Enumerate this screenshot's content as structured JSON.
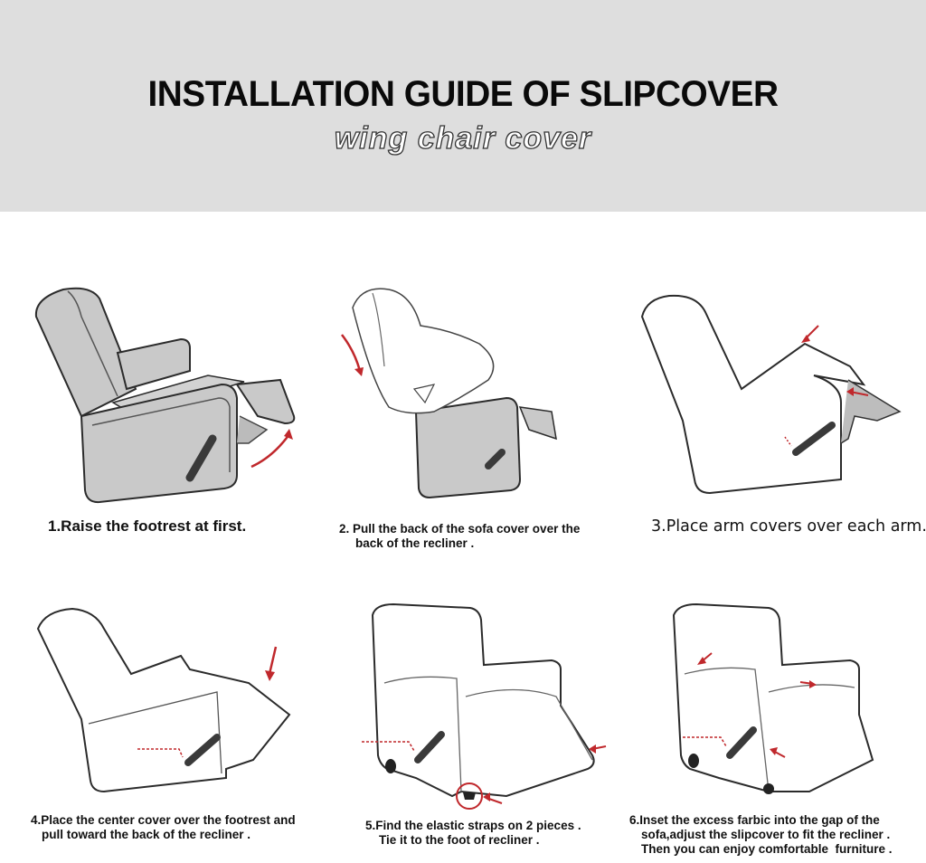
{
  "header": {
    "title": "INSTALLATION GUIDE OF SLIPCOVER",
    "subtitle": "wing chair cover",
    "background": "#dedede"
  },
  "colors": {
    "arrow": "#c0282c",
    "chair_fill": "#c9c9c9",
    "chair_stroke": "#2b2b2b",
    "lever": "#3a3a3a"
  },
  "steps": [
    {
      "number": 1,
      "caption": "1.Raise the footrest at first.",
      "arrow-icon": "curved-up-arrow"
    },
    {
      "number": 2,
      "caption_line1": "2. Pull the back of the sofa cover over the",
      "caption_line2": "back of the recliner .",
      "arrow-icon": "curved-down-arrow"
    },
    {
      "number": 3,
      "caption": "3.Place arm covers over each arm.",
      "arrow-icon": "pointer-arrows"
    },
    {
      "number": 4,
      "caption_line1": "4.Place the center cover over the footrest and",
      "caption_line2": "pull toward the back of the recliner .",
      "arrow-icon": "down-arrow"
    },
    {
      "number": 5,
      "caption_line1": "5.Find the elastic straps on 2 pieces .",
      "caption_line2": "Tie it to the foot of recliner .",
      "arrow-icon": "circled-strap-arrow"
    },
    {
      "number": 6,
      "caption_line1": "6.Inset the excess farbic into the gap of the",
      "caption_line2": "sofa,adjust the slipcover to fit the recliner .",
      "caption_line3": "Then you can enjoy comfortable  furniture .",
      "arrow-icon": "tuck-arrows"
    }
  ]
}
